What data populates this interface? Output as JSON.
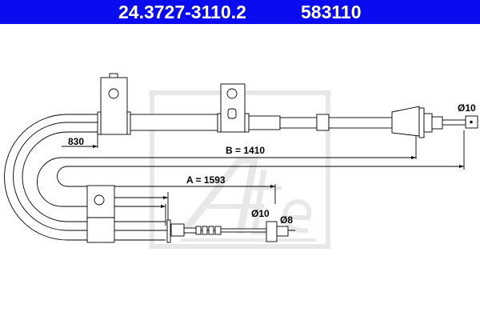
{
  "header": {
    "part_number": "24.3727-3110.2",
    "reference": "583110",
    "background_color": "#0b0bf0"
  },
  "drawing": {
    "dimension_830": "830",
    "dimension_b": "B = 1410",
    "dimension_a": "A = 1593",
    "end_top_diameter": "Ø10",
    "end_bottom_diameter_nipple": "Ø10",
    "end_bottom_diameter_pin": "Ø8"
  },
  "watermark": {
    "logo": "Ate"
  }
}
